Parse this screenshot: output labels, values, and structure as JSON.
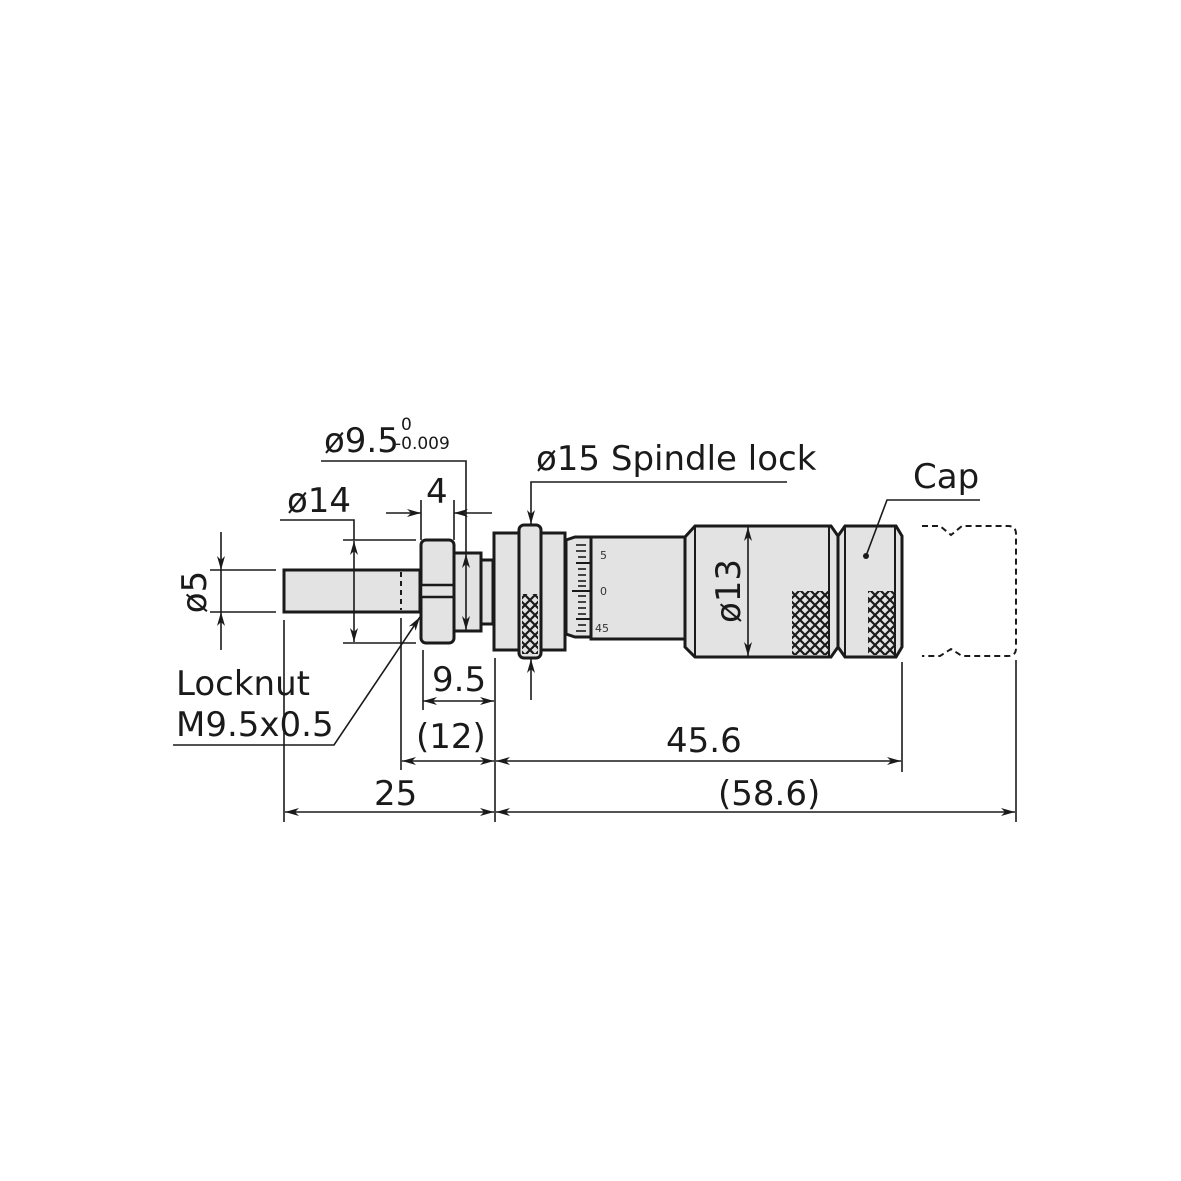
{
  "title": "Micrometer head dimensional drawing",
  "labels": {
    "dia_spindle": "ø5",
    "dia_locknut": "ø14",
    "dia_stem_main": "ø9.5",
    "dia_stem_tol_upper": "0",
    "dia_stem_tol_lower": "-0.009",
    "locknut_width": "4",
    "spindle_lock": "ø15 Spindle lock",
    "thimble_dia": "ø13",
    "cap": "Cap",
    "locknut_line1": "Locknut",
    "locknut_line2": "M9.5x0.5",
    "stem_length": "9.5",
    "stem_total": "(12)",
    "travel": "25",
    "body_length": "45.6",
    "overall_length": "(58.6)"
  },
  "scale_marks": [
    "5",
    "0",
    "45"
  ],
  "colors": {
    "line": "#1a1a1a",
    "fill": "#e3e3e3",
    "background": "#ffffff"
  }
}
